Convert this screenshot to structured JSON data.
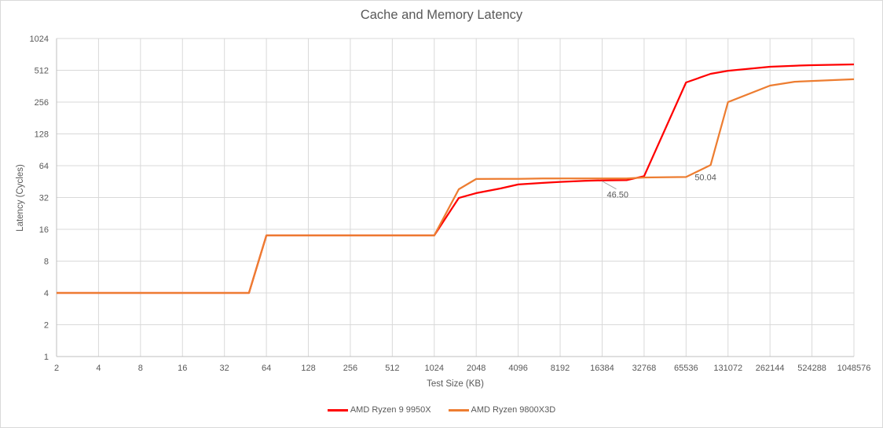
{
  "chart_data": {
    "type": "line",
    "title": "Cache and Memory Latency",
    "xlabel": "Test Size (KB)",
    "ylabel": "Latency (Cycles)",
    "x_scale": "log2",
    "y_scale": "log2",
    "xlim": [
      2,
      1048576
    ],
    "ylim": [
      1,
      1024
    ],
    "grid": true,
    "legend_position": "bottom",
    "x_ticks": [
      "2",
      "4",
      "8",
      "16",
      "32",
      "64",
      "128",
      "256",
      "512",
      "1024",
      "2048",
      "4096",
      "8192",
      "16384",
      "32768",
      "65536",
      "131072",
      "262144",
      "524288",
      "1048576"
    ],
    "y_ticks": [
      "1",
      "2",
      "4",
      "8",
      "16",
      "32",
      "64",
      "128",
      "256",
      "512",
      "1024"
    ],
    "x": [
      2,
      4,
      8,
      16,
      32,
      48,
      64,
      96,
      128,
      192,
      256,
      384,
      512,
      768,
      1024,
      1536,
      2048,
      3072,
      4096,
      6144,
      8192,
      12288,
      16384,
      24576,
      32768,
      65536,
      98304,
      131072,
      262144,
      393216,
      524288,
      1048576
    ],
    "series": [
      {
        "name": "AMD Ryzen 9 9950X",
        "color": "#ff0000",
        "values": [
          4,
          4,
          4,
          4,
          4,
          4,
          14,
          14,
          14,
          14,
          14,
          14,
          14,
          14,
          14,
          31.7,
          35.2,
          39,
          42.5,
          44,
          45,
          46,
          46.5,
          46.7,
          51,
          393,
          474,
          507,
          553,
          565,
          572,
          582
        ]
      },
      {
        "name": "AMD Ryzen 9800X3D",
        "color": "#ed7d31",
        "values": [
          4,
          4,
          4,
          4,
          4,
          4,
          14,
          14,
          14,
          14,
          14,
          14,
          14,
          14,
          14,
          38.3,
          47.9,
          48,
          48,
          48.5,
          48.5,
          48.5,
          48.5,
          48.5,
          49.5,
          50.04,
          65,
          256,
          367,
          399,
          406,
          421
        ]
      }
    ],
    "annotations": [
      {
        "text": "46.50",
        "series": "AMD Ryzen 9 9950X",
        "x": 16384,
        "y": 46.5
      },
      {
        "text": "50.04",
        "series": "AMD Ryzen 9800X3D",
        "x": 65536,
        "y": 50.04
      }
    ]
  }
}
